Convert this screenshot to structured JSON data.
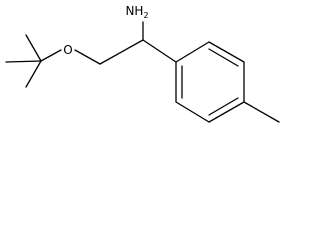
{
  "molecule": {
    "atoms": {
      "oxygen": "O",
      "amine": "NH",
      "amine_h_count": "2"
    }
  },
  "colors": {
    "bond": "#000000",
    "label": "#000000",
    "background": "#ffffff"
  }
}
